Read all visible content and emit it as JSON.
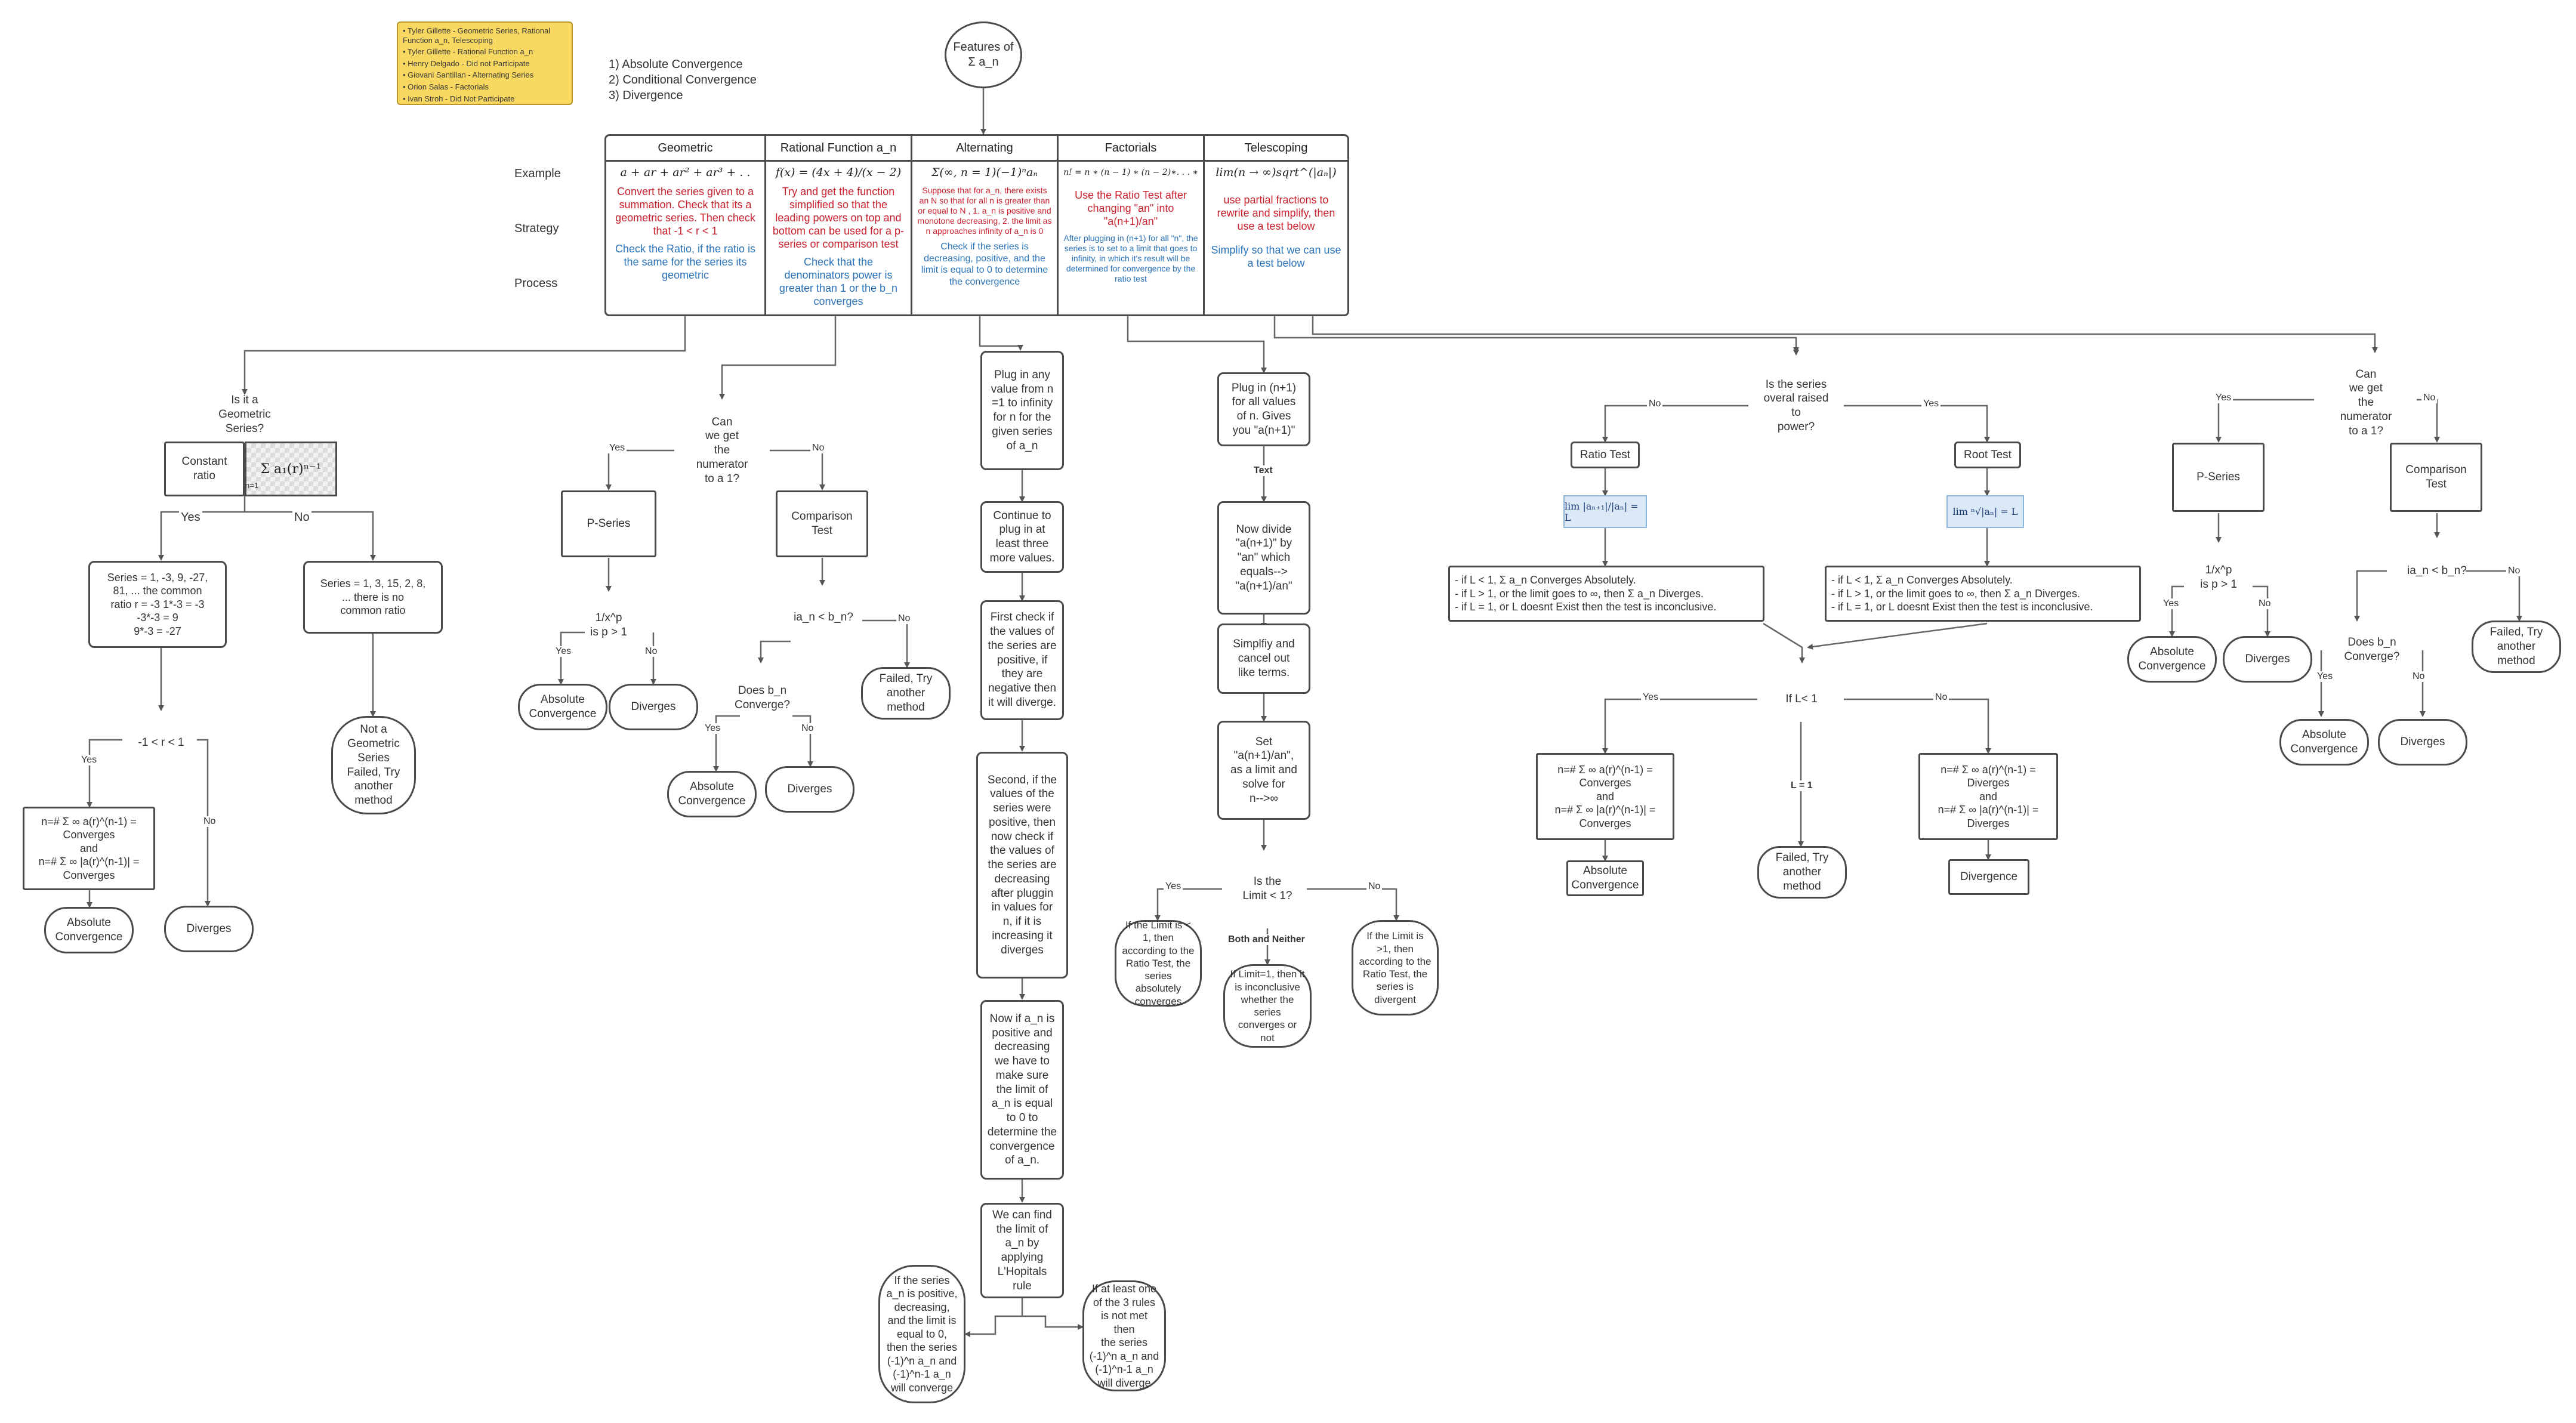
{
  "legend": [
    "• Tyler Gillette - Geometric Series, Rational Function a_n, Telescoping",
    "• Tyler Gillette - Rational Function a_n",
    "• Henry Delgado - Did not Participate",
    "• Giovani Santillan - Alternating Series",
    "• Orion Salas - Factorials",
    "• Ivan Stroh - Did Not Participate"
  ],
  "criteria": [
    "1) Absolute Convergence",
    "2) Conditional Convergence",
    "3) Divergence"
  ],
  "root": "Features of\nΣ a_n",
  "row_labels": [
    "Example",
    "Strategy",
    "Process"
  ],
  "columns": [
    {
      "head": "Geometric",
      "example": "a + ar + ar² + ar³ + . .",
      "strategy": "Convert the series given to a summation. Check that its a geometric series. Then check that -1 < r < 1",
      "process": "Check the Ratio, if the ratio is the same for the series its geometric"
    },
    {
      "head": "Rational Function a_n",
      "example": "f(x) = (4x + 4)/(x − 2)",
      "strategy": "Try and get the function simplified so that the leading powers on top and bottom can be used for a p-series or comparison test",
      "process": "Check that the denominators power is greater than 1 or the b_n converges"
    },
    {
      "head": "Alternating",
      "example": "Σ(∞, n = 1)(−1)ⁿaₙ",
      "strategy": "Suppose that for a_n, there exists an N so that for all n is greater than or equal to N , 1. a_n is positive and monotone decreasing, 2. the limit as n approaches infinity of a_n is 0",
      "process": "Check if the series is decreasing, positive, and the limit is equal to 0 to determine the convergence"
    },
    {
      "head": "Factorials",
      "example": "n! = n ∗ (n − 1) ∗ (n − 2)∗. . . ∗",
      "strategy": "Use the Ratio Test after changing \"an\" into \"a(n+1)/an\"",
      "process": "After plugging in (n+1) for all \"n\", the series is to set to a limit that goes to infinity, in which it's result will be determined for convergence by the ratio test"
    },
    {
      "head": "Telescoping",
      "example": "lim(n → ∞)sqrt^(|aₙ|)",
      "strategy": "use partial fractions to rewrite and simplify, then use a test below",
      "process": "Simplify so that we can use a test below"
    }
  ],
  "geo": {
    "q": "Is it a\nGeometric\nSeries?",
    "const": "Constant\nratio",
    "sum": "Σ a₁(r)ⁿ⁻¹",
    "sum_lim": "n=1",
    "yes": "Yes",
    "no": "No",
    "yes_box": "Series = 1, -3, 9, -27,\n81, ...   the common\nratio r = -3    1*-3 = -3\n-3*-3 = 9\n9*-3 = -27",
    "no_box": "Series = 1, 3, 15, 2, 8,\n...   there is no\ncommon ratio",
    "notgeo": "Not a\nGeometric\nSeries\nFailed, Try\nanother\nmethod",
    "cond": "-1 < r < 1",
    "cond_yes": "Yes",
    "cond_no": "No",
    "conv_box": "n=# Σ ∞ a(r)^(n-1) =\nConverges\nand\nn=# Σ ∞ |a(r)^(n-1)| =\nConverges",
    "abs": "Absolute\nConvergence",
    "div": "Diverges"
  },
  "rat": {
    "q": "Can\nwe get\nthe numerator\nto a 1?",
    "yes": "Yes",
    "no": "No",
    "pseries": "P-Series",
    "comp": "Comparison\nTest",
    "pq": "1/x^p\nis p > 1",
    "pyes": "Yes",
    "pno": "No",
    "abs": "Absolute\nConvergence",
    "div": "Diverges",
    "cq": "ia_n < b_n?",
    "cno": "No",
    "failed": "Failed, Try\nanother\nmethod",
    "bq": "Does b_n\nConverge?",
    "byes": "Yes",
    "bno": "No",
    "abs2": "Absolute\nConvergence",
    "div2": "Diverges"
  },
  "alt": {
    "s1": "Plug in any\nvalue from n\n=1 to infinity\nfor n for the\ngiven series\nof a_n",
    "s2": "Continue to\nplug in at\nleast three\nmore values.",
    "s3": "First check if\nthe values of\nthe series are\npositive, if\nthey are\nnegative then\nit will diverge.",
    "s4": "Second, if the\nvalues of the\nseries were\npositive, then\nnow check if\nthe values of\nthe series are\ndecreasing\nafter pluggin\nin values for\nn, if it is\nincreasing it\ndiverges",
    "s5": "Now if a_n is\npositive and\ndecreasing\nwe have to\nmake sure\nthe limit of\na_n is equal\nto 0 to\ndetermine the\nconvergence\nof a_n.",
    "s6": "We can find\nthe limit of\na_n by\napplying\nL'Hopitals\nrule",
    "conv": "If the series\na_n is positive,\ndecreasing,\nand the limit is\nequal to 0,\nthen the series\n(-1)^n a_n and\n(-1)^n-1 a_n\nwill converge",
    "divg": "If at least one\nof the 3 rules\nis not met then\nthe series\n(-1)^n a_n and\n(-1)^n-1 a_n\nwill diverge"
  },
  "fac": {
    "s1": "Plug in (n+1)\nfor all values\nof n. Gives\nyou \"a(n+1)\"",
    "text": "Text",
    "s2": "Now divide\n\"a(n+1)\" by\n\"an\"  which\nequals-->\n\"a(n+1)/an\"",
    "s3": "Simplfiy and\ncancel out\nlike terms.",
    "s4": "Set\n\"a(n+1)/an\",\nas a limit and\nsolve for\nn-->∞",
    "q": "Is the\nLimit < 1?",
    "yes": "Yes",
    "no": "No",
    "both": "Both and Neither",
    "r1": "If the Limit is <\n1, then\naccording to the\nRatio Test, the\nseries absolutely\nconverges",
    "r2": "If Limit=1, then it\nis inconclusive\nwhether the\nseries\nconverges or not",
    "r3": "If the Limit is\n>1, then\naccording to the\nRatio Test, the\nseries is\ndivergent"
  },
  "tel": {
    "q": "Is the series\noveral raised to\npower?",
    "no": "No",
    "yes": "Yes",
    "ratio": "Ratio Test",
    "root": "Root Test",
    "ratio_f": "lim |aₙ₊₁|/|aₙ| = L",
    "root_f": "lim ⁿ√|aₙ| = L",
    "ratio_rules": "- if L < 1, Σ a_n Converges Absolutely.\n- if L > 1, or the limit goes to ∞, then Σ a_n Diverges.\n- if L = 1, or L doesnt Exist then the test is inconclusive.",
    "root_rules": "- if L < 1, Σ a_n Converges Absolutely.\n- if L > 1, or the limit goes to ∞, then Σ a_n Diverges.\n- if L = 1, or L doesnt Exist then the test is inconclusive.",
    "lq": "If L< 1",
    "lyes": "Yes",
    "lno": "No",
    "leq": "L = 1",
    "conv_box": "n=# Σ ∞ a(r)^(n-1) =\nConverges\nand\nn=# Σ ∞ |a(r)^(n-1)| =\nConverges",
    "div_box": "n=# Σ ∞ a(r)^(n-1) =\nDiverges\nand\nn=# Σ ∞ |a(r)^(n-1)| =\nDiverges",
    "abs": "Absolute\nConvergence",
    "failed": "Failed, Try\nanother\nmethod",
    "divergence": "Divergence"
  },
  "rat2": {
    "q": "Can\nwe get\nthe numerator\nto a 1?",
    "yes": "Yes",
    "no": "No",
    "pseries": "P-Series",
    "comp": "Comparison\nTest",
    "pq": "1/x^p\nis p > 1",
    "pyes": "Yes",
    "pno": "No",
    "abs": "Absolute\nConvergence",
    "div": "Diverges",
    "cq": "ia_n < b_n?",
    "cno": "No",
    "failed": "Failed, Try\nanother\nmethod",
    "bq": "Does b_n\nConverge?",
    "byes": "Yes",
    "bno": "No",
    "abs2": "Absolute\nConvergence",
    "div2": "Diverges"
  }
}
